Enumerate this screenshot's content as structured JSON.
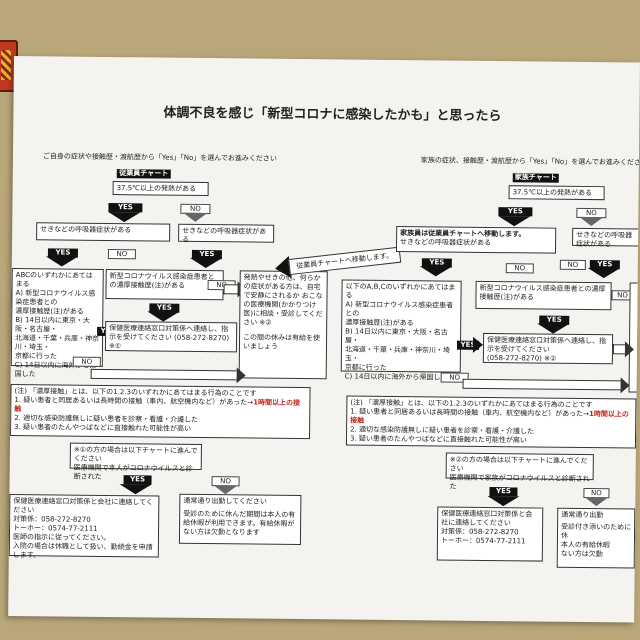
{
  "title": "体調不良を感じ「新型コロナに感染したかも」と思ったら",
  "left": {
    "intro": "ご自身の症状や接触歴・渡航歴から「Yes」「No」を選んでお進みください",
    "chart_label": "従業員チャート",
    "q1": "37.5℃以上の発熱がある",
    "yes": "YES",
    "no": "NO",
    "q2a": "せきなどの呼吸器症状がある",
    "q2b": "せきなどの呼吸器症状がある",
    "abc_title": "ABCのいずれかにあてはまる",
    "abc_lines": [
      "A) 新型コロナウイルス感染症患者との",
      "濃厚接触歴(注)がある",
      "B) 14日以内に東京・大阪・名古屋・",
      "北海道・千葉・兵庫・神奈川・埼玉・",
      "京都に行った",
      "C) 14日以内に海外から帰国した"
    ],
    "contact_q": "新型コロナウイルス感染症患者との濃厚接触歴(注)がある",
    "health_center": "保健医療連絡窓口対策係へ連絡し、指示を受けてください (058-272-8270) ※①",
    "side_box": [
      "発熱やせきの他、何らかの症状がある方は、自宅で安静にされるか おこなの医療機関(かかりつけ医)に相談・受診してください ※②",
      "この間の休みは有給を使いましょう"
    ],
    "note_title": "(注) 「濃厚接触」とは、以下の1.2.3のいずれかにあてはまる行為のことです",
    "notes": [
      "1. 疑い患者と同居あるいは長時間の接触（車内、航空機内など）があった→",
      "2. 適切な感染防護無しに疑い患者を診察・看護・介護した",
      "3. 疑い患者のたんやつばなどに直接触れた可能性が高い"
    ],
    "note_red": "1時間以上の接触",
    "step_label": "※①の方の場合は以下チャートに進んでください",
    "diag_q": "医療機関で本人がコロナウイルスと診断された",
    "report_box": [
      "保健医療連絡窓口対策係と会社に連絡してください",
      "対策係：058-272-8270",
      "トーホー：0574-77-2111",
      "医師の指示に従ってください。",
      "入院の場合は休職として扱い、勤続金を申請します。"
    ],
    "absence_box": [
      "通常通り出勤してください",
      "受診のために休んだ期間は本人の有給休暇が利用できます。有給休暇がない方は欠勤となります"
    ]
  },
  "banner": "従業員チャートへ移動します。",
  "right": {
    "intro": "家族の症状、接触歴・渡航歴から「Yes」「No」を選んでお進みください",
    "chart_label": "家族チャート",
    "q1": "37.5℃以上の発熱がある",
    "yes": "YES",
    "no": "NO",
    "move_title": "家族員は従業員チャートへ移動します。",
    "move_sub": "せきなどの呼吸器症状がある",
    "q2b": "せきなどの呼吸器症状がある",
    "abc_title": "以下のA,B,Cのいずれかにあてはまる",
    "abc_lines": [
      "A) 新型コロナウイルス感染症患者との",
      "濃厚接触歴(注)がある",
      "B) 14日以内に東京・大阪・名古屋・",
      "北海道・千葉・兵庫・神奈川・埼玉・",
      "京都に行った",
      "C) 14日以内に海外から帰国した"
    ],
    "contact_q": "新型コロナウイルス感染症患者との濃厚接触歴(注)がある",
    "health_center": [
      "保健医療連絡窓口対策係へ連絡し、指示を受けてください",
      "(058-272-8270) ※②"
    ],
    "note_title": "(注) 「濃厚接触」とは、以下の1.2.3のいずれかにあてはまる行為のことです",
    "notes": [
      "1. 疑い患者と同居あるいは長時間の接触（車内、航空機内など）があった→",
      "2. 適切な感染防護無しに疑い患者を診察・看護・介護した",
      "3. 疑い患者のたんやつばなどに直接触れた可能性が高い"
    ],
    "note_red": "1時間以上の接触",
    "step_label": "※②の方の場合は以下チャートに進んでください",
    "diag_q": "医療機関で家族がコロナウイルスと診断された",
    "report_box": [
      "保健医療連絡窓口対策係と会",
      "社に連絡してください",
      "対策係：058-272-8270",
      "トーホー：0574-77-2111"
    ],
    "absence_box": [
      "通常通り出勤",
      "受診付き添いのために休",
      "本人の有給休暇",
      "ない方は欠勤"
    ]
  },
  "colors": {
    "red": "#c0281e",
    "paper": "#f4f3ef",
    "board": "#b9a77a"
  }
}
